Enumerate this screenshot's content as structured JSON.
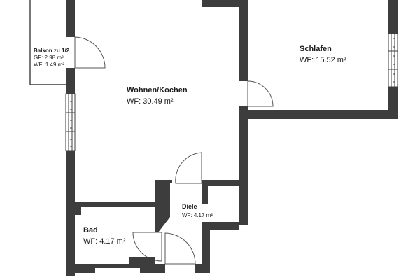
{
  "plan": {
    "wall_color": "#3d3d3d",
    "background": "#ffffff",
    "rooms": [
      {
        "id": "balkon",
        "name": "Balkon zu 1/2",
        "lines": [
          "GF: 2.98 m²",
          "WF: 1.49 m²"
        ]
      },
      {
        "id": "wohnen",
        "name": "Wohnen/Kochen",
        "lines": [
          "WF: 30.49 m²"
        ]
      },
      {
        "id": "schlafen",
        "name": "Schlafen",
        "lines": [
          "WF: 15.52 m²"
        ]
      },
      {
        "id": "diele",
        "name": "Diele",
        "lines": [
          "WF: 4.17 m²"
        ]
      },
      {
        "id": "bad",
        "name": "Bad",
        "lines": [
          "WF: 4.17 m²"
        ]
      }
    ]
  }
}
